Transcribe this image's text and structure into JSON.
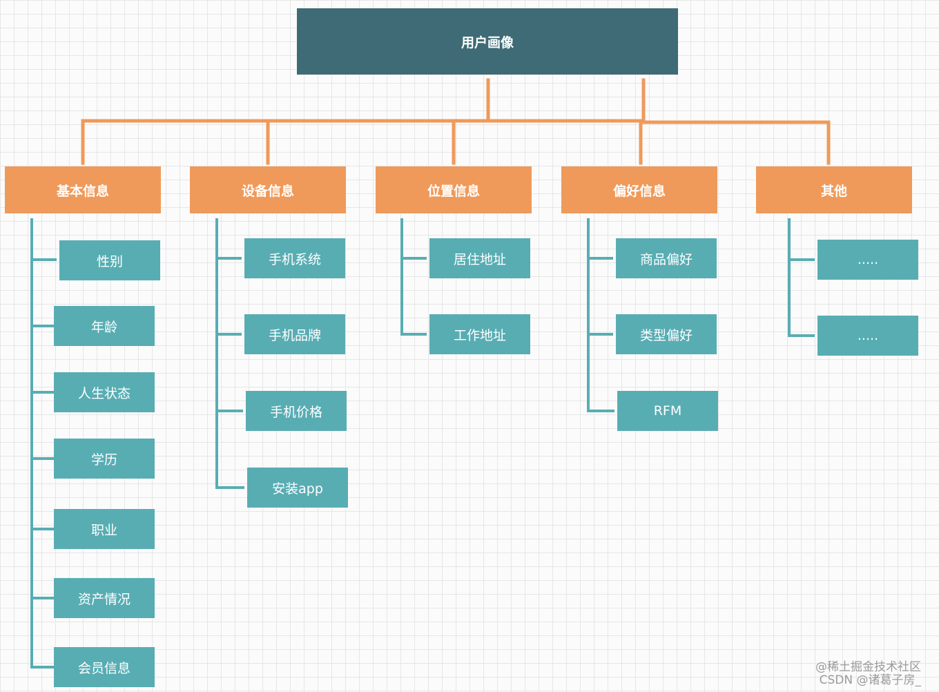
{
  "root": {
    "label": "用户画像"
  },
  "categories": [
    {
      "label": "基本信息",
      "items": [
        "性别",
        "年龄",
        "人生状态",
        "学历",
        "职业",
        "资产情况",
        "会员信息"
      ]
    },
    {
      "label": "设备信息",
      "items": [
        "手机系统",
        "手机品牌",
        "手机价格",
        "安装app"
      ]
    },
    {
      "label": "位置信息",
      "items": [
        "居住地址",
        "工作地址"
      ]
    },
    {
      "label": "偏好信息",
      "items": [
        "商品偏好",
        "类型偏好",
        "RFM"
      ]
    },
    {
      "label": "其他",
      "items": [
        ".....",
        "....."
      ]
    }
  ],
  "watermark": {
    "line1": "@稀土掘金技术社区",
    "line2": "CSDN @诸葛子房_"
  },
  "colors": {
    "root": "#3e6b75",
    "category": "#ef9a5a",
    "leaf": "#58adb3",
    "category_connector": "#ef9a5a",
    "leaf_connector": "#58adb3",
    "grid_background": "#fbfbfb"
  }
}
